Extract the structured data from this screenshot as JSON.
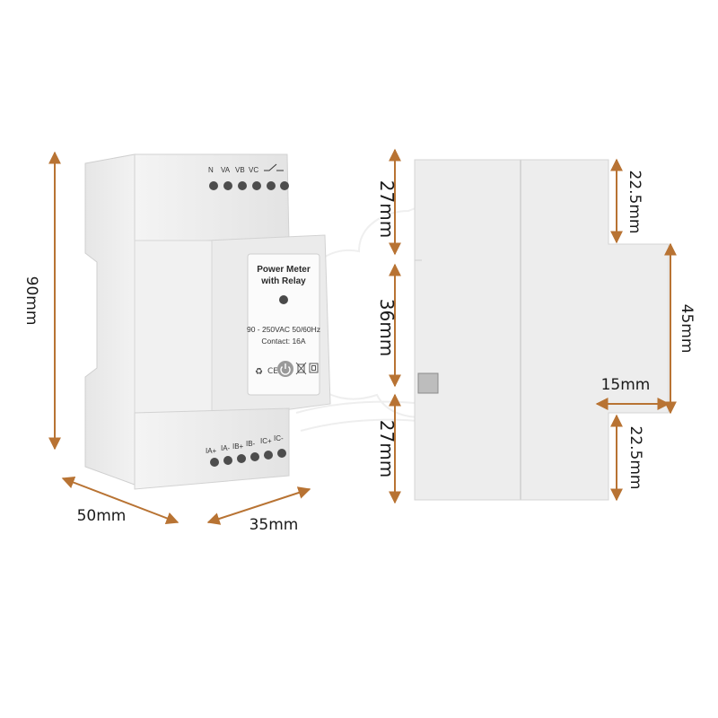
{
  "colors": {
    "dimension_arrow": "#b87333",
    "housing": "#ececec",
    "housing_shade": "#d9d9d9",
    "terminal": "#4d4d4d",
    "button": "#9a9a9a"
  },
  "device": {
    "top_terminals": [
      "N",
      "VA",
      "VB",
      "VC"
    ],
    "bottom_terminals": [
      "IA+",
      "IA-",
      "IB+",
      "IB-",
      "IC+",
      "IC-"
    ],
    "plate": {
      "title_line1": "Power Meter",
      "title_line2": "with Relay",
      "spec_line1": "90 - 250VAC 50/60Hz",
      "spec_line2": "Contact: 16A"
    },
    "icons": [
      "recycle-icon",
      "ce-mark-icon",
      "power-button-icon",
      "weee-bin-icon",
      "double-insulation-icon"
    ]
  },
  "dimensions": {
    "height": "90mm",
    "depth": "50mm",
    "width": "35mm",
    "side_top": "27mm",
    "side_middle": "36mm",
    "side_bottom": "27mm",
    "profile_top": "22.5mm",
    "profile_middle": "45mm",
    "profile_step": "15mm",
    "profile_bottom": "22.5mm"
  }
}
